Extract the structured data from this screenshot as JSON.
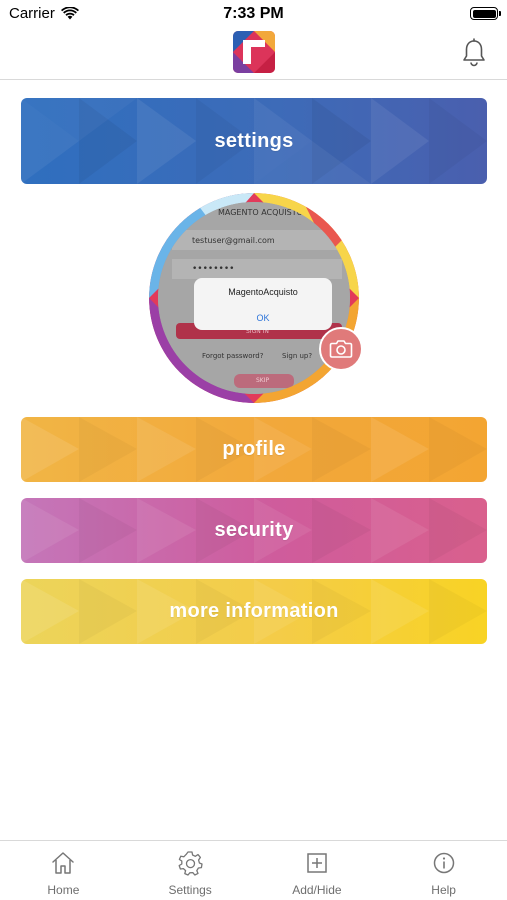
{
  "status_bar": {
    "carrier": "Carrier",
    "time": "7:33 PM",
    "wifi_icon": "wifi-icon",
    "battery_icon": "battery-icon"
  },
  "nav_bar": {
    "logo_icon": "app-logo-icon",
    "bell_icon": "bell-icon"
  },
  "menu": {
    "settings_label": "settings",
    "profile_label": "profile",
    "security_label": "security",
    "more_label": "more information"
  },
  "avatar": {
    "photo_text": {
      "heading": "MAGENTO ACQUISTO",
      "email": "testuser@gmail.com",
      "password": "••••••••",
      "sign_in": "SIGN IN",
      "forgot": "Forgot password?",
      "signup": "Sign up?",
      "skip": "SKIP"
    },
    "dialog_title": "MagentoAcquisto",
    "dialog_ok": "OK",
    "camera_icon": "camera-icon"
  },
  "tabs": [
    {
      "label": "Home",
      "icon": "home-icon"
    },
    {
      "label": "Settings",
      "icon": "gear-icon"
    },
    {
      "label": "Add/Hide",
      "icon": "add-square-icon"
    },
    {
      "label": "Help",
      "icon": "info-icon"
    }
  ],
  "colors": {
    "settings": "#3d6bb8",
    "profile": "#f2a83b",
    "security": "#cf5c9c",
    "more": "#f4cc48",
    "camera": "#e07a7a"
  }
}
